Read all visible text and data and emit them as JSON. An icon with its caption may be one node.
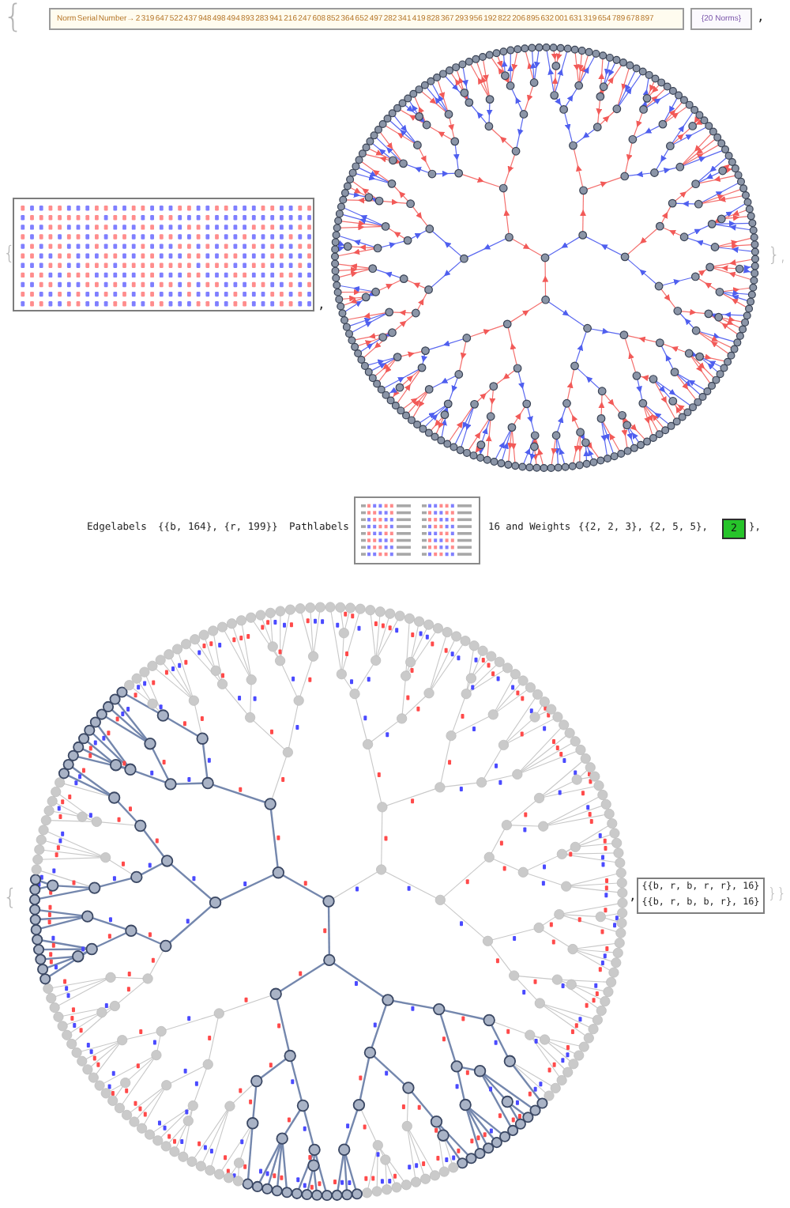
{
  "diagram": {
    "nodes": [
      {
        "text": [
          "Norm Serial Number→ 2 319 647 522 437 948 498 494 893 283 941 216 247 608 852 364 652 497 282 341 419 828 367 293 956 192 822 206 895 632 001 631 319 654 789 678 897"
        ]
      },
      {
        "text": [
          "{20 Norms}"
        ]
      },
      {
        "text": [],
        "shape": "box"
      },
      {
        "text": [],
        "shape": "box"
      },
      {
        "text": [
          "2"
        ]
      },
      {
        "text": [
          "{{b, r, b, r, r}, 16}",
          "{{b, r, b, b, r}, 16}"
        ]
      }
    ],
    "labels": [
      "{",
      ",",
      "{",
      ",",
      "},",
      "Edgelabels",
      "{{b, 164}, {r, 199}}",
      "Pathlabels",
      "16 and Weights",
      "{{2, 2, 3}, {2, 5, 5},",
      "},",
      "{",
      ",",
      "}}"
    ]
  }
}
